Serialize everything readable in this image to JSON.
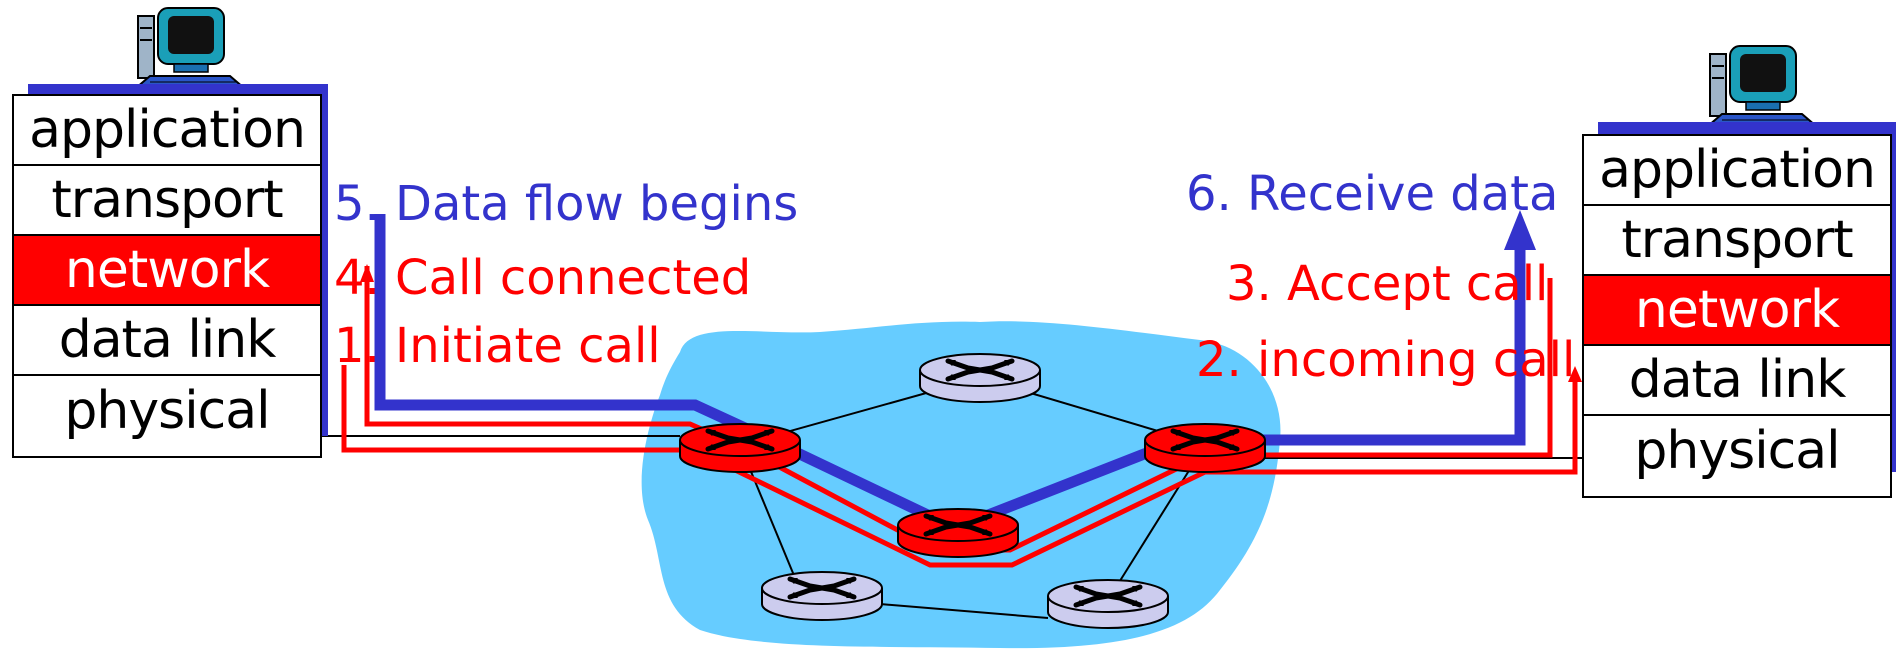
{
  "colors": {
    "host_active_layer": "#ff0000",
    "data_flow": "#3333cc",
    "signaling": "#ff0000",
    "network_cloud": "#66ccff",
    "active_router": "#ff0000",
    "idle_router": "#ccccee"
  },
  "left_host": {
    "icon": "computer-icon",
    "layers": [
      {
        "label": "application",
        "active": false
      },
      {
        "label": "transport",
        "active": false
      },
      {
        "label": "network",
        "active": true
      },
      {
        "label": "data link",
        "active": false
      },
      {
        "label": "physical",
        "active": false
      }
    ]
  },
  "right_host": {
    "icon": "computer-icon",
    "layers": [
      {
        "label": "application",
        "active": false
      },
      {
        "label": "transport",
        "active": false
      },
      {
        "label": "network",
        "active": true
      },
      {
        "label": "data link",
        "active": false
      },
      {
        "label": "physical",
        "active": false
      }
    ]
  },
  "steps": {
    "s1": "1. Initiate call",
    "s2": "2. incoming call",
    "s3": "3. Accept call",
    "s4": "4. Call connected",
    "s5": "5. Data flow begins",
    "s6": "6. Receive data"
  }
}
